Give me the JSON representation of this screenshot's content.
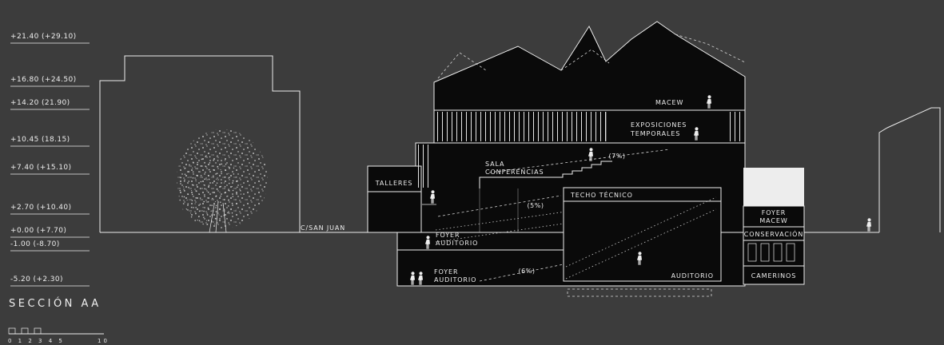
{
  "section_title": "SECCIÓN AA",
  "street_label": "C/SAN JUAN",
  "background": "#3c3c3c",
  "ink": "#ededed",
  "levels": [
    {
      "label": "+21.40  (+29.10)"
    },
    {
      "label": "+16.80  (+24.50)"
    },
    {
      "label": "+14.20  (21.90)"
    },
    {
      "label": "+10.45  (18.15)"
    },
    {
      "label": "+7.40  (+15.10)"
    },
    {
      "label": "+2.70  (+10.40)"
    },
    {
      "label": "+0.00  (+7.70)"
    },
    {
      "label": "-1.00  (-8.70)"
    },
    {
      "label": "-5.20  (+2.30)"
    }
  ],
  "rooms": {
    "macew": "MACEW",
    "exposiciones_1": "EXPOSICIONES",
    "exposiciones_2": "TEMPORALES",
    "sala_1": "SALA",
    "sala_2": "CONFERENCIAS",
    "talleres": "TALLERES",
    "techo_tecnico": "TECHO  TÉCNICO",
    "foyer_macew_1": "FOYER",
    "foyer_macew_2": "MACEW",
    "conservacion": "CONSERVACIÓN",
    "foyer_auditorio_upper_1": "FOYER",
    "foyer_auditorio_upper_2": "AUDITORIO",
    "foyer_auditorio_lower_1": "FOYER",
    "foyer_auditorio_lower_2": "AUDITORIO",
    "auditorio": "AUDITORIO",
    "camerinos": "CAMERINOS"
  },
  "slopes": {
    "s7": "(7%)",
    "s5": "(5%)",
    "s6": "(6%)"
  },
  "scalebar": {
    "ticks": "0 1 2 3 4 5",
    "end": "10"
  }
}
